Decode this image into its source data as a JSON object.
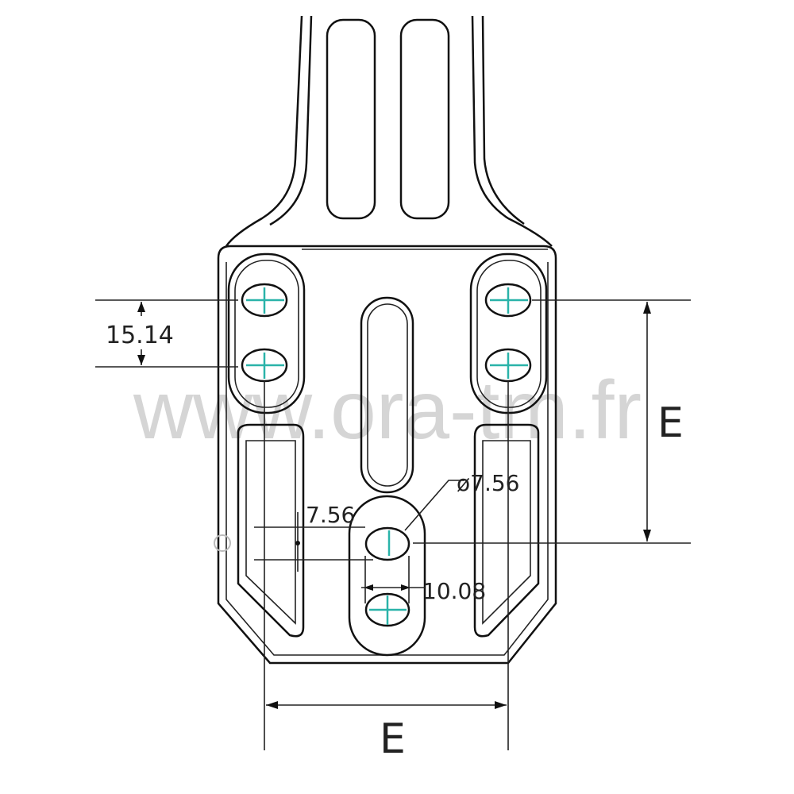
{
  "watermark": "www.ora-tm.fr",
  "dimensions": {
    "hole_spacing": "15.14",
    "hole_diameter": "ø7.56",
    "slot_width": "7.56",
    "slot_length": "10.08",
    "vertical_E": "E",
    "horizontal_E": "E"
  },
  "colors": {
    "centerline": "#2ab3a9",
    "line": "#111111"
  }
}
